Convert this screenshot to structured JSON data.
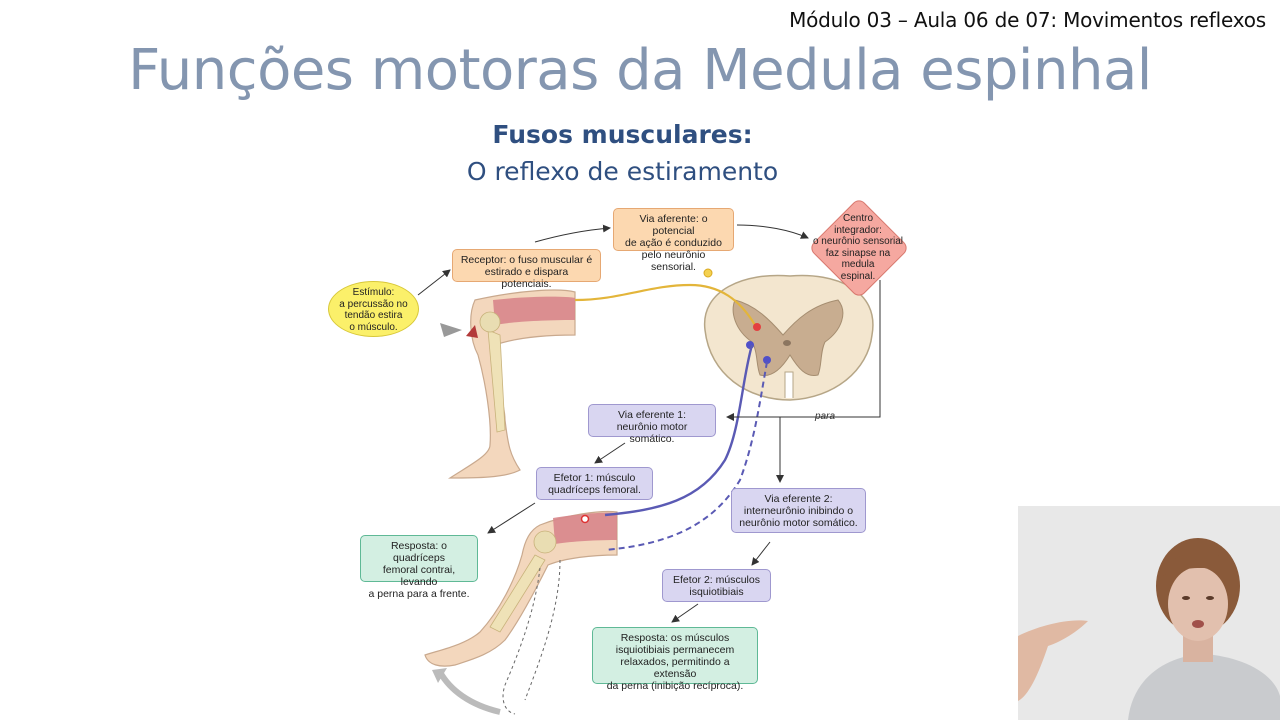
{
  "header": {
    "module_label": "Módulo 03 – Aula 06 de 07: Movimentos reflexos"
  },
  "slide": {
    "title": "Funções motoras da Medula espinhal",
    "subtitle_bold": "Fusos musculares:",
    "subtitle": "O reflexo de estiramento"
  },
  "diagram": {
    "stimulus": [
      "Estímulo:",
      "a percussão no",
      "tendão estira",
      "o músculo."
    ],
    "receptor": [
      "Receptor: o fuso muscular é",
      "estirado e dispara potenciais."
    ],
    "afferent": [
      "Via aferente: o potencial",
      "de ação é conduzido",
      "pelo neurônio sensorial."
    ],
    "integrator": [
      "Centro",
      "integrador:",
      "o neurônio sensorial",
      "faz sinapse na",
      "medula",
      "espinal."
    ],
    "efferent1": [
      "Via eferente 1:",
      "neurônio motor somático."
    ],
    "effector1": [
      "Efetor 1: músculo",
      "quadríceps femoral."
    ],
    "efferent2": [
      "Via eferente 2:",
      "interneurônio inibindo o",
      "neurônio motor somático."
    ],
    "response1": [
      "Resposta: o quadríceps",
      "femoral contrai, levando",
      "a perna para a frente."
    ],
    "effector2": [
      "Efetor 2: músculos",
      "isquiotibiais"
    ],
    "response2": [
      "Resposta: os músculos",
      "isquiotibiais permanecem",
      "relaxados, permitindo a extensão",
      "da perna (inibição recíproca)."
    ],
    "para_label": "para"
  },
  "colors": {
    "title": "#8496b0",
    "subtitle": "#2f4f80",
    "afferent_box": "#fcd8b0",
    "efferent_box": "#d9d6f1",
    "response_box": "#d3efe2",
    "stimulus_box": "#fbf06a",
    "integrator_box": "#f5a8a0"
  }
}
